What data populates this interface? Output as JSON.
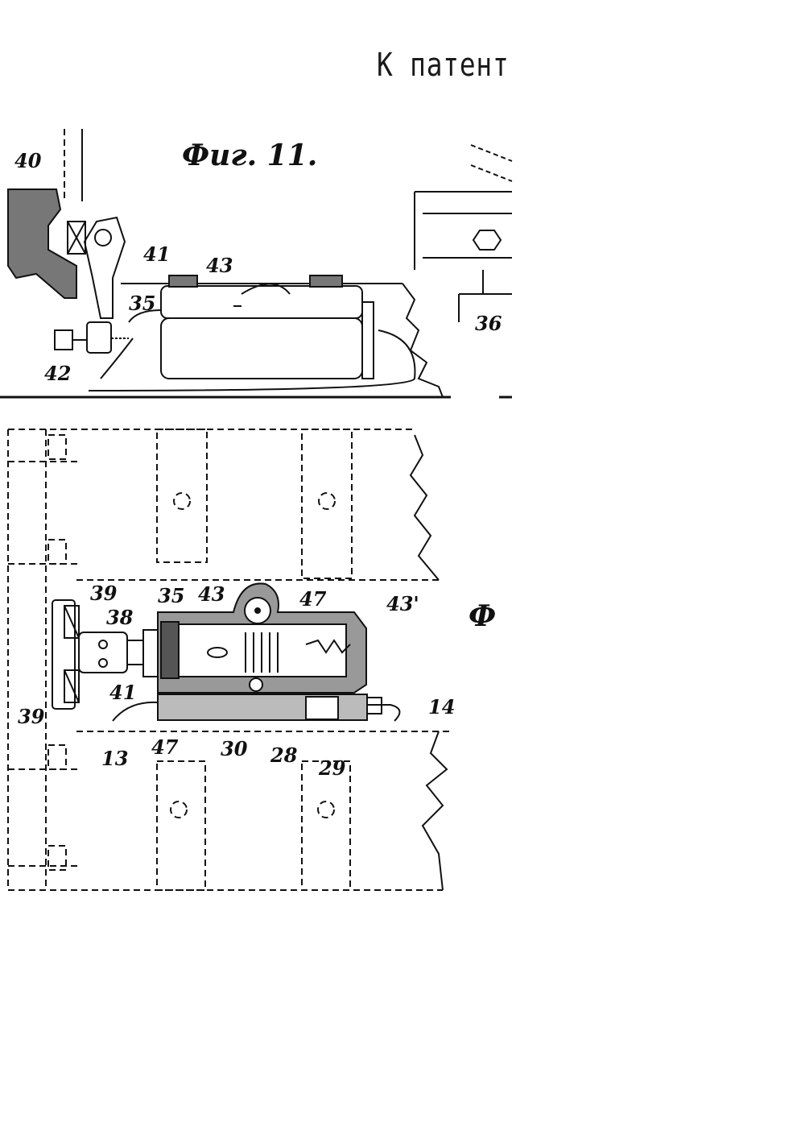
{
  "header": {
    "text": "К патент"
  },
  "figures": {
    "fig11": {
      "title": "Фиг. 11."
    },
    "fig12": {
      "title_fragment": "Ф"
    }
  },
  "labels_fig11": [
    "40",
    "41",
    "43",
    "35",
    "42",
    "36"
  ],
  "labels_fig12": [
    "39",
    "38",
    "35",
    "43",
    "47",
    "43'",
    "41",
    "39",
    "14",
    "13",
    "47",
    "30",
    "28",
    "29"
  ]
}
